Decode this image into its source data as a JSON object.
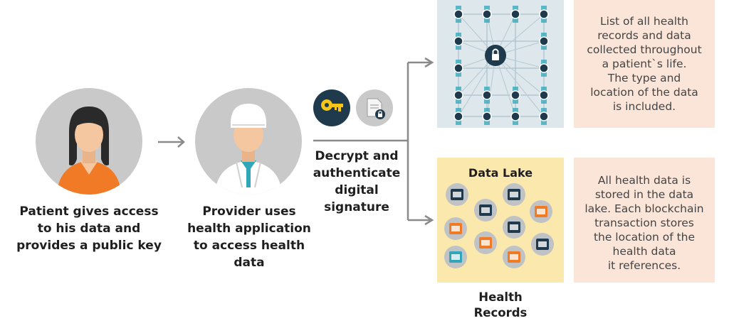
{
  "patient": {
    "caption_lines": [
      "Patient gives access",
      "to his data and",
      "provides a public key"
    ]
  },
  "provider": {
    "caption_lines": [
      "Provider uses",
      "health application",
      "to access health",
      "data"
    ]
  },
  "decrypt": {
    "caption_lines": [
      "Decrypt and",
      "authenticate",
      "digital",
      "signature"
    ],
    "icons": [
      "key-icon",
      "document-lock-icon"
    ]
  },
  "blockchain_note": {
    "lines": [
      "List of all health",
      "records and data",
      "collected throughout",
      "a patient`s life.",
      "The type and",
      "location of the data",
      "is included."
    ]
  },
  "data_lake": {
    "title": "Data Lake",
    "icons": [
      "browser-code-icon",
      "sql-database-icon",
      "database-stack-icon",
      "browser-window-icon",
      "book-icon",
      "globe-icon",
      "patient-avatar-icon",
      "mobile-phone-icon",
      "monitor-chart-icon",
      "mail-icon"
    ],
    "caption_lines": [
      "Health",
      "Records"
    ]
  },
  "data_lake_note": {
    "lines": [
      "All health data is",
      "stored in the data",
      "lake. Each blockchain",
      "transaction stores",
      "the location of the",
      "health data",
      "it references."
    ]
  },
  "colors": {
    "circle_gray": "#c9c9c9",
    "navy": "#1f3a4d",
    "note_peach": "#fbe5d8",
    "lake_yellow": "#fbe8ad",
    "grid_bg": "#dde7ec",
    "orange": "#f07a25",
    "teal": "#2fa7b8"
  }
}
